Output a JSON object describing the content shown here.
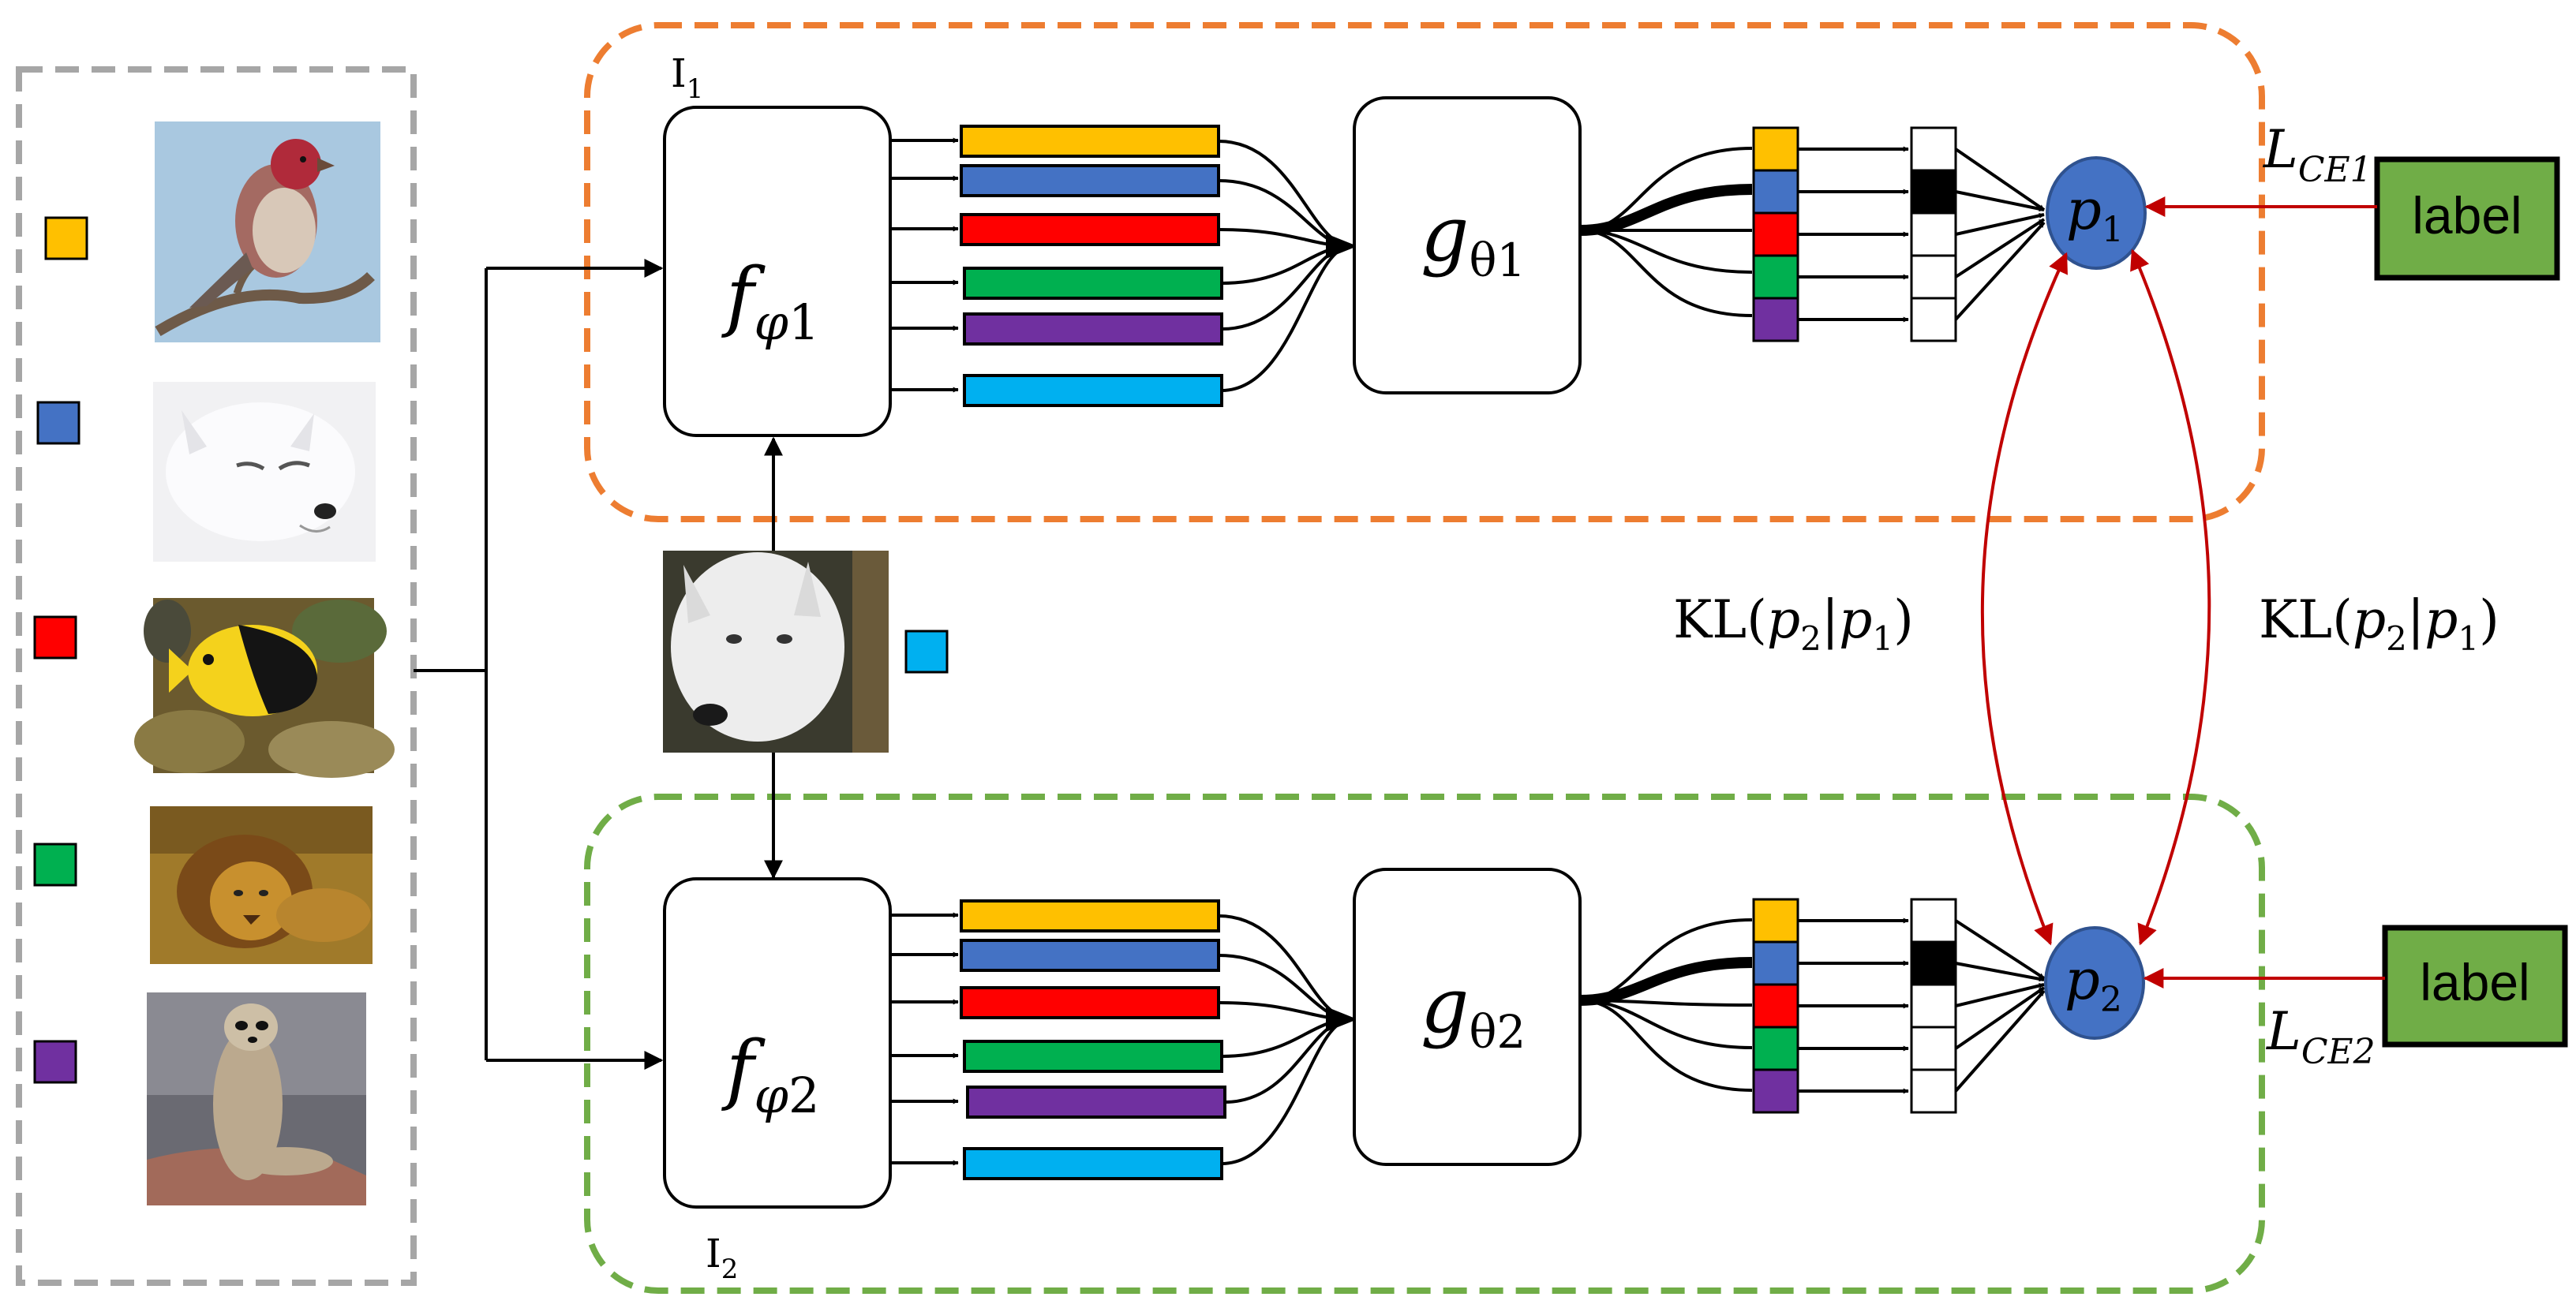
{
  "colors": {
    "orange": "#ED7D31",
    "green": "#70AD47",
    "gray": "#A6A6A6",
    "yellow": "#FFC000",
    "blue": "#4472C4",
    "red": "#FF0000",
    "green_feat": "#00B050",
    "purple": "#7030A0",
    "cyan": "#00B0F0",
    "label_green": "#70AD47",
    "prob_blue": "#4472C4",
    "arrow_red": "#C00000"
  },
  "support_set": {
    "images": [
      "bird-image",
      "arctic-fox-image",
      "fish-image",
      "lion-image",
      "meerkat-image"
    ],
    "swatches": [
      "#FFC000",
      "#4472C4",
      "#FF0000",
      "#00B050",
      "#7030A0"
    ]
  },
  "query": {
    "image": "white-wolf-image",
    "swatch": "#00B0F0"
  },
  "branch1": {
    "group_label": "I",
    "group_sub": "1",
    "encoder_f": "f",
    "encoder_phi": "φ",
    "encoder_idx": "1",
    "head_g": "g",
    "head_theta": "θ1",
    "prob_p": "p",
    "prob_sub": "1",
    "label_text": "label",
    "loss_L": "L",
    "loss_sub": "CE1"
  },
  "branch2": {
    "group_label": "I",
    "group_sub": "2",
    "encoder_f": "f",
    "encoder_phi": "φ",
    "encoder_idx": "2",
    "head_g": "g",
    "head_theta": "θ2",
    "prob_p": "p",
    "prob_sub": "2",
    "label_text": "label",
    "loss_L": "L",
    "loss_sub": "CE2"
  },
  "kl_left": {
    "kl": "KL(",
    "p_a": "p",
    "p_a_sub": "2",
    "bar": "|",
    "p_b": "p",
    "p_b_sub": "1",
    "close": ")"
  },
  "kl_right": {
    "kl": "KL(",
    "p_a": "p",
    "p_a_sub": "2",
    "bar": "|",
    "p_b": "p",
    "p_b_sub": "1",
    "close": ")"
  }
}
